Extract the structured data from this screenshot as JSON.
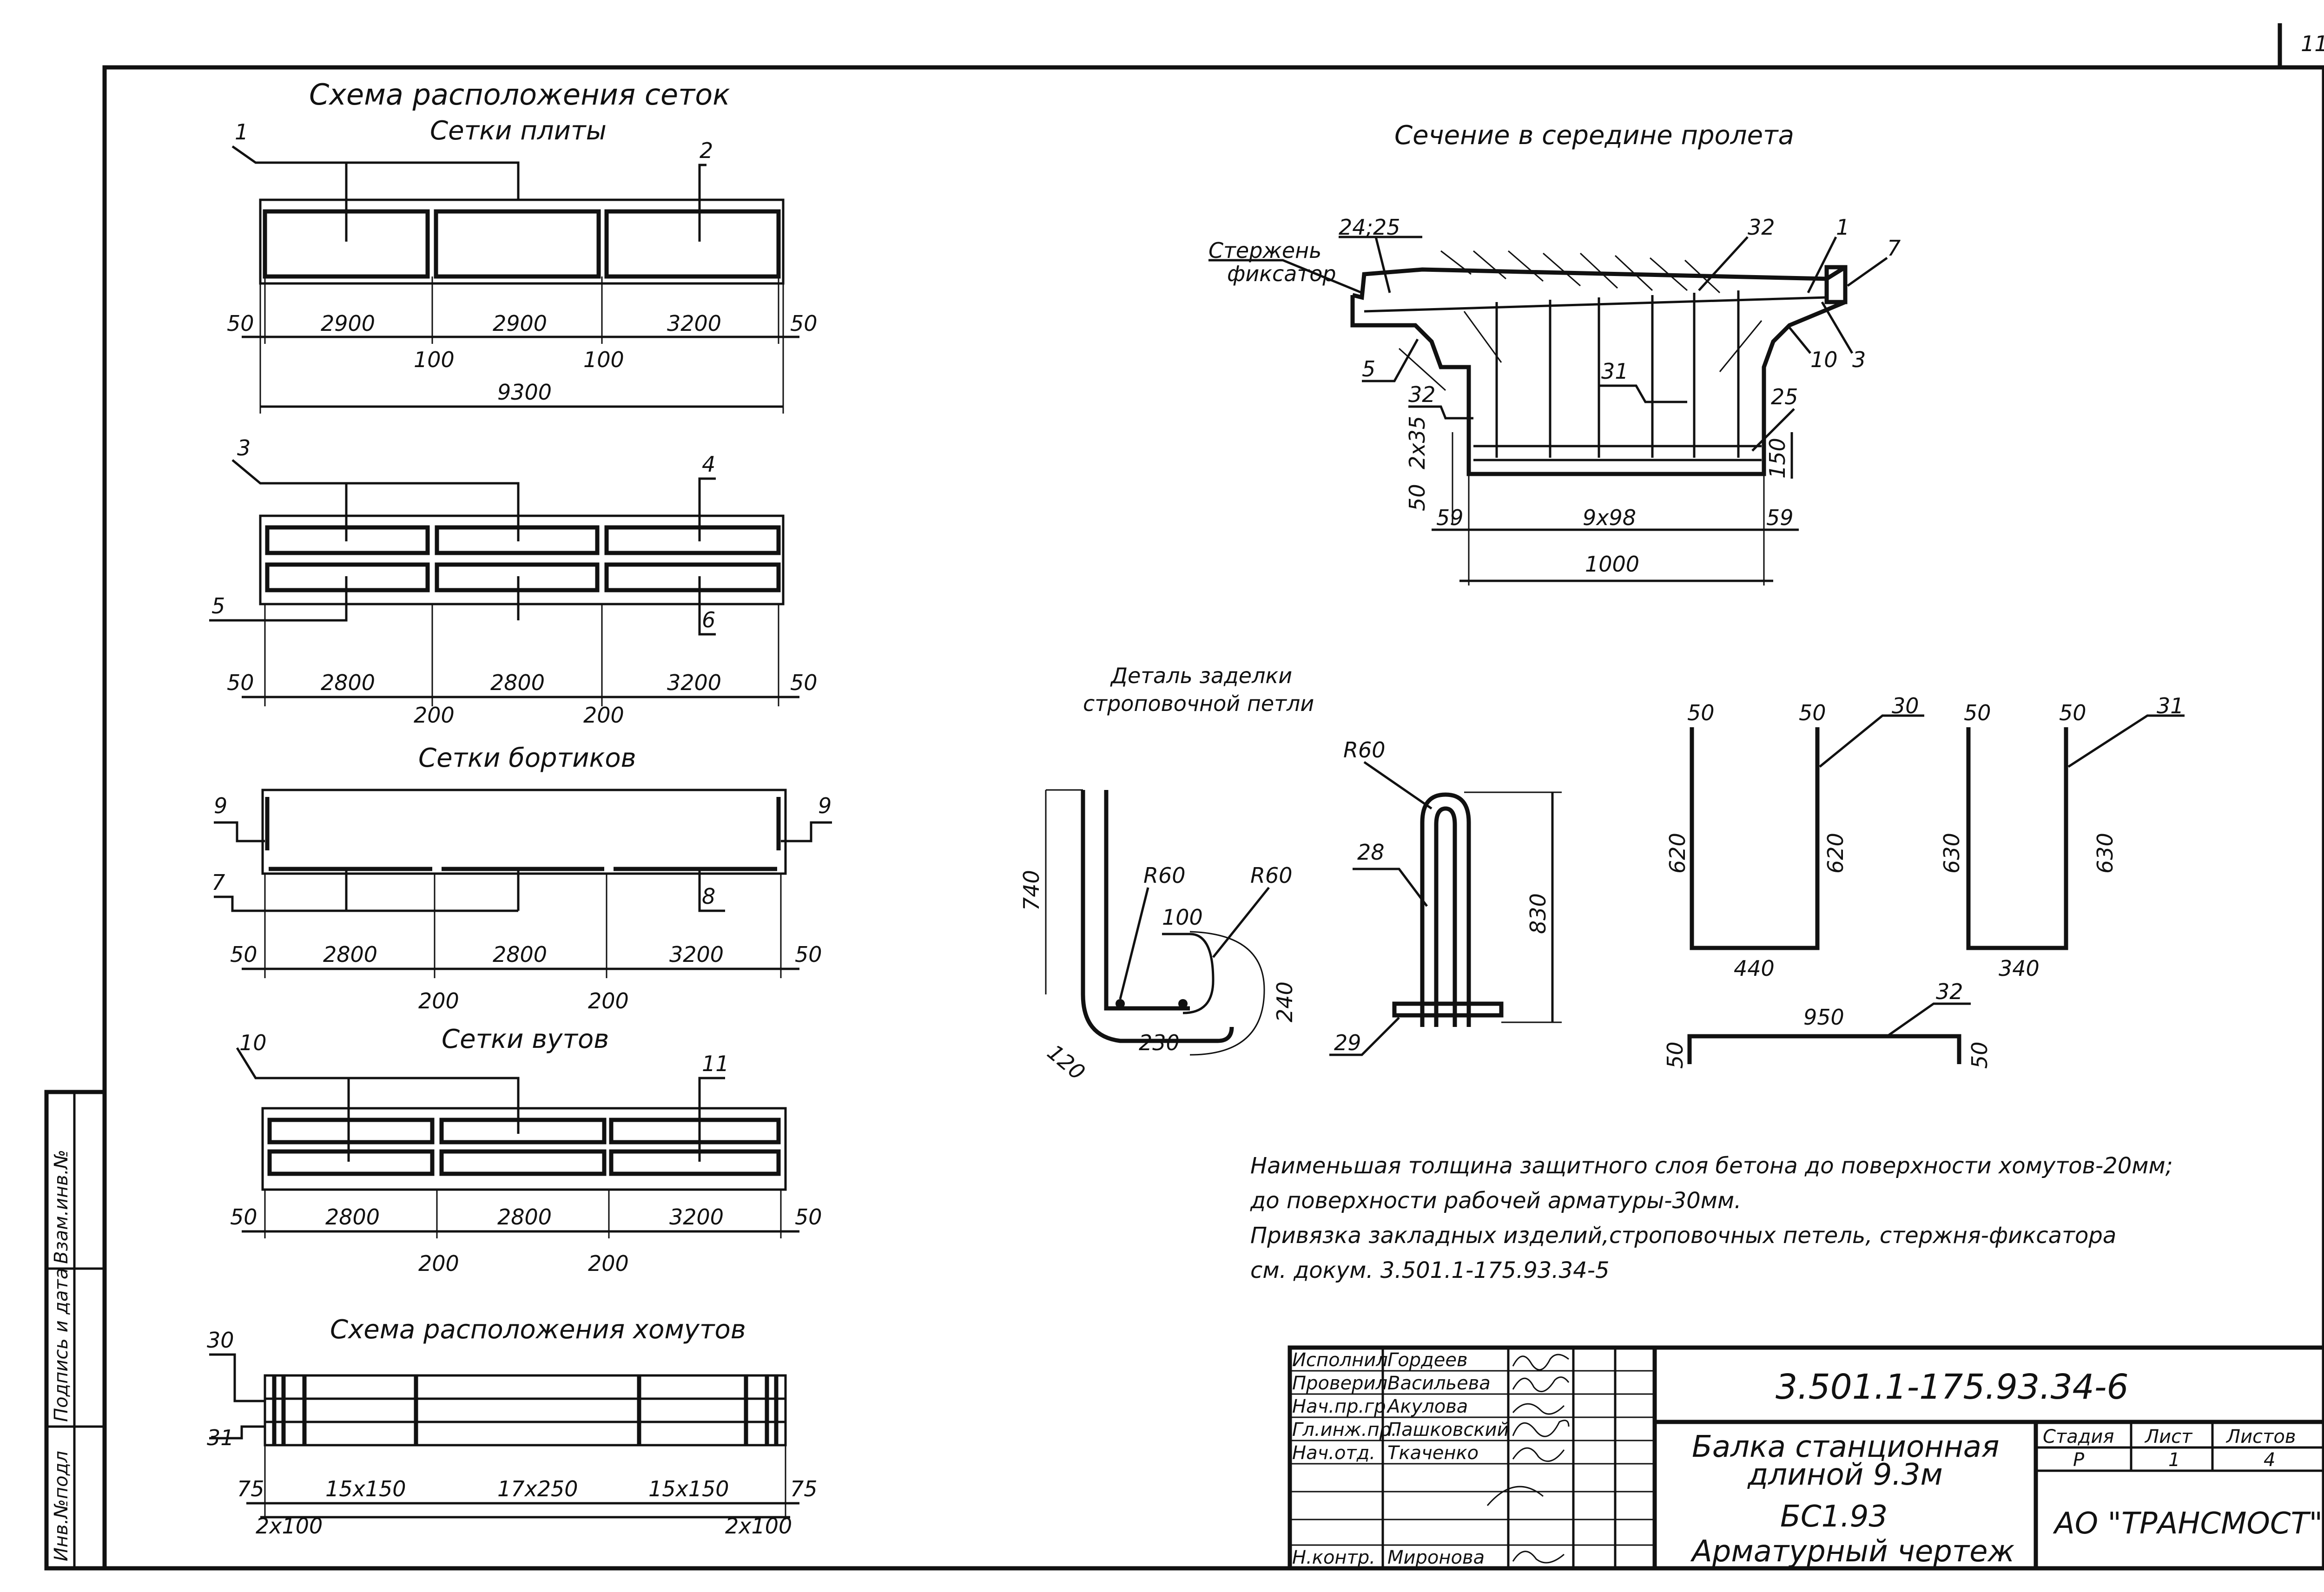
{
  "page_number": "11",
  "scheme_title": "Схема расположения сеток",
  "slab": {
    "title": "Сетки плиты",
    "callouts": [
      "1",
      "2"
    ],
    "spans": [
      "2900",
      "2900",
      "3200"
    ],
    "edges": [
      "50",
      "50"
    ],
    "gaps": [
      "100",
      "100"
    ],
    "total": "9300"
  },
  "slab2": {
    "callouts": [
      "3",
      "4",
      "5",
      "6"
    ],
    "spans": [
      "2800",
      "2800",
      "3200"
    ],
    "edges": [
      "50",
      "50"
    ],
    "gaps": [
      "200",
      "200"
    ]
  },
  "sides": {
    "title": "Сетки бортиков",
    "callouts": [
      "9",
      "9",
      "7",
      "8"
    ],
    "spans": [
      "2800",
      "2800",
      "3200"
    ],
    "edges": [
      "50",
      "50"
    ],
    "gaps": [
      "200",
      "200"
    ]
  },
  "haunch": {
    "title": "Сетки вутов",
    "callouts": [
      "10",
      "11"
    ],
    "spans": [
      "2800",
      "2800",
      "3200"
    ],
    "edges": [
      "50",
      "50"
    ],
    "gaps": [
      "200",
      "200"
    ]
  },
  "stirrups": {
    "title": "Схема расположения хомутов",
    "callouts": [
      "30",
      "31"
    ],
    "dims": [
      "75",
      "15x150",
      "17x250",
      "15x150",
      "75"
    ],
    "sub": [
      "2x100",
      "2x100"
    ]
  },
  "section": {
    "title": "Сечение в середине пролета",
    "labels": [
      "24;25",
      "32",
      "1",
      "7",
      "Стержень",
      "фиксатор",
      "5",
      "10",
      "3",
      "31",
      "32",
      "25"
    ],
    "dims": [
      "2x35",
      "50",
      "150",
      "59",
      "9x98",
      "59",
      "1000"
    ]
  },
  "detail": {
    "title_line1": "Деталь заделки",
    "title_line2": "строповочной петли",
    "dims": [
      "740",
      "R60",
      "R60",
      "100",
      "240",
      "120",
      "230"
    ]
  },
  "loop": {
    "labels": [
      "R60",
      "28",
      "29"
    ],
    "height": "830"
  },
  "bar30": {
    "label": "30",
    "top": [
      "50",
      "50"
    ],
    "sides": [
      "620",
      "620"
    ],
    "bottom": "440"
  },
  "bar31": {
    "label": "31",
    "top": [
      "50",
      "50"
    ],
    "sides": [
      "630",
      "630"
    ],
    "bottom": "340"
  },
  "bar32": {
    "label": "32",
    "length": "950",
    "ends": [
      "50",
      "50"
    ]
  },
  "notes": [
    "Наименьшая толщина защитного слоя бетона до поверхности хомутов-20мм;",
    "до поверхности рабочей арматуры-30мм.",
    "Привязка закладных изделий,строповочных петель, стержня-фиксатора",
    "см. докум. 3.501.1-175.93.34-5"
  ],
  "stamp": {
    "roles": [
      "Исполнил",
      "Проверил",
      "Нач.пр.гр.",
      "Гл.инж.пр.",
      "Нач.отд.",
      "Н.контр."
    ],
    "names": [
      "Гордеев",
      "Васильева",
      "Акулова",
      "Пашковский",
      "Ткаченко",
      "Миронова"
    ],
    "code": "3.501.1-175.93.34-6",
    "title_lines": [
      "Балка станционная",
      "длиной 9.3м",
      "БС1.93",
      "Арматурный чертеж"
    ],
    "stage_header": "Стадия",
    "sheet_header": "Лист",
    "sheets_header": "Листов",
    "stage": "Р",
    "sheet": "1",
    "sheets": "4",
    "org": "АО \"ТРАНСМОСТ\""
  },
  "margin_strip": [
    "Инв.№подл",
    "Подпись и дата",
    "Взам.инв.№"
  ]
}
